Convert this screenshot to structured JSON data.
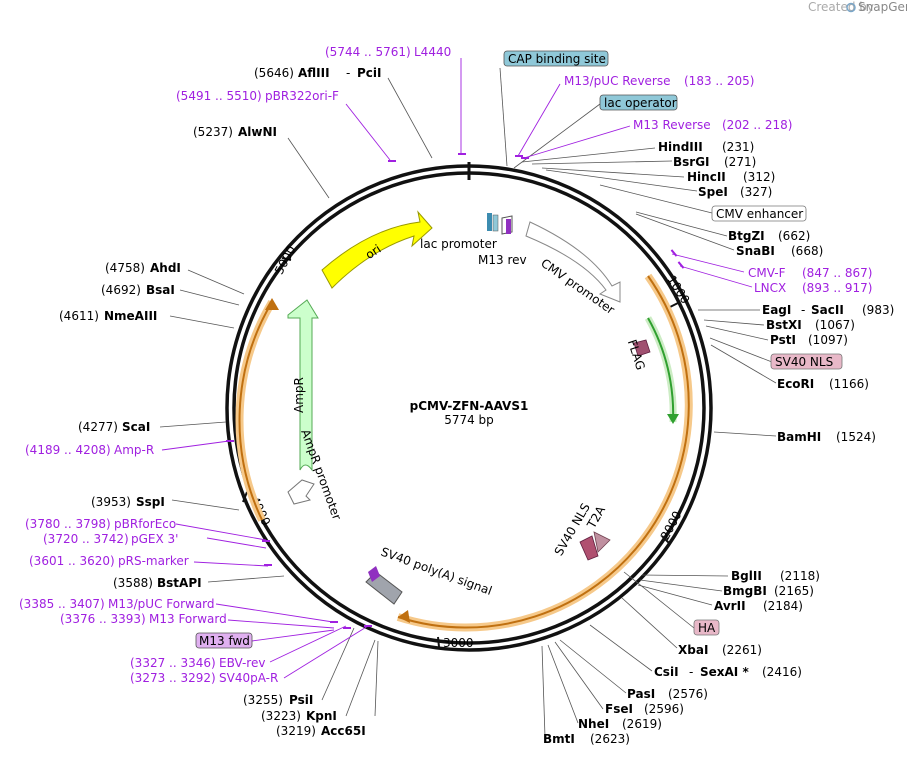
{
  "credit": {
    "text": "Created by",
    "brand": "SnapGene"
  },
  "plasmid": {
    "name": "pCMV-ZFN-AAVS1",
    "size": "5774 bp"
  },
  "ticks": {
    "t1000": "1000",
    "t2000": "2000",
    "t3000": "3000",
    "t4000": "4000",
    "t5000": "5000"
  },
  "features": {
    "ori": "ori",
    "lac_promoter": "lac promoter",
    "m13_rev": "M13 rev",
    "cmv_promoter": "CMV promoter",
    "flag": "FLAG",
    "ampr": "AmpR",
    "ampr_promoter": "AmpR promoter",
    "sv40_polya": "SV40 poly(A) signal",
    "sv40_nls": "SV40 NLS",
    "t2a": "T2A"
  },
  "boxes": {
    "cap": "CAP binding site",
    "lac_op": "lac operator",
    "cmv_enh": "CMV enhancer",
    "sv40_nls": "SV40 NLS",
    "ha": "HA",
    "m13fwd": "M13 fwd"
  },
  "sites": {
    "hindiii": {
      "name": "HindIII",
      "pos": "(231)"
    },
    "bsrgi": {
      "name": "BsrGI",
      "pos": "(271)"
    },
    "hincii": {
      "name": "HincII",
      "pos": "(312)"
    },
    "spei": {
      "name": "SpeI",
      "pos": "(327)"
    },
    "btgzi": {
      "name": "BtgZI",
      "pos": "(662)"
    },
    "snabi": {
      "name": "SnaBI",
      "pos": "(668)"
    },
    "eagi": {
      "name": "EagI",
      "sep": "-",
      "name2": "SacII",
      "pos": "(983)"
    },
    "bstxi": {
      "name": "BstXI",
      "pos": "(1067)"
    },
    "psti": {
      "name": "PstI",
      "pos": "(1097)"
    },
    "ecori": {
      "name": "EcoRI",
      "pos": "(1166)"
    },
    "bamhi": {
      "name": "BamHI",
      "pos": "(1524)"
    },
    "bglii": {
      "name": "BglII",
      "pos": "(2118)"
    },
    "bmgbi": {
      "name": "BmgBI",
      "pos": "(2165)"
    },
    "avrii": {
      "name": "AvrII",
      "pos": "(2184)"
    },
    "xbai": {
      "name": "XbaI",
      "pos": "(2261)"
    },
    "csii": {
      "name": "CsiI",
      "sep": "-",
      "name2": "SexAI *",
      "pos": "(2416)"
    },
    "pasi": {
      "name": "PasI",
      "pos": "(2576)"
    },
    "fsei": {
      "name": "FseI",
      "pos": "(2596)"
    },
    "nhei": {
      "name": "NheI",
      "pos": "(2619)"
    },
    "bmti": {
      "name": "BmtI",
      "pos": "(2623)"
    },
    "psii": {
      "pos": "(3255)",
      "name": "PsiI"
    },
    "kpni": {
      "pos": "(3223)",
      "name": "KpnI"
    },
    "acc65i": {
      "pos": "(3219)",
      "name": "Acc65I"
    },
    "bstapi": {
      "pos": "(3588)",
      "name": "BstAPI"
    },
    "sspi": {
      "pos": "(3953)",
      "name": "SspI"
    },
    "scai": {
      "pos": "(4277)",
      "name": "ScaI"
    },
    "nmeaiii": {
      "pos": "(4611)",
      "name": "NmeAIII"
    },
    "bsai": {
      "pos": "(4692)",
      "name": "BsaI"
    },
    "ahdi": {
      "pos": "(4758)",
      "name": "AhdI"
    },
    "alwni": {
      "pos": "(5237)",
      "name": "AlwNI"
    },
    "afliii": {
      "pos": "(5646)",
      "name": "AflIII",
      "sep": "-",
      "name2": "PciI"
    }
  },
  "primers": {
    "l4440": {
      "range": "(5744 .. 5761)",
      "name": "L4440"
    },
    "pbr322": {
      "range": "(5491 .. 5510)",
      "name": "pBR322ori-F"
    },
    "m13puc_rev": {
      "name": "M13/pUC Reverse",
      "range": "(183 .. 205)"
    },
    "m13_rev": {
      "name": "M13 Reverse",
      "range": "(202 .. 218)"
    },
    "cmvf": {
      "name": "CMV-F",
      "range": "(847 .. 867)"
    },
    "lncx": {
      "name": "LNCX",
      "range": "(893 .. 917)"
    },
    "ampr": {
      "range": "(4189 .. 4208)",
      "name": "Amp-R"
    },
    "pbrforeco": {
      "range": "(3780 .. 3798)",
      "name": "pBRforEco"
    },
    "pgex3": {
      "range": "(3720 .. 3742)",
      "name": "pGEX 3'"
    },
    "prs": {
      "range": "(3601 .. 3620)",
      "name": "pRS-marker"
    },
    "m13puc_fwd": {
      "range": "(3385 .. 3407)",
      "name": "M13/pUC Forward"
    },
    "m13_fwd": {
      "range": "(3376 .. 3393)",
      "name": "M13 Forward"
    },
    "ebv": {
      "range": "(3327 .. 3346)",
      "name": "EBV-rev"
    },
    "sv40pa": {
      "range": "(3273 .. 3292)",
      "name": "SV40pA-R"
    }
  },
  "colors": {
    "ori": "#ffff00",
    "ampr": "#ccffcc",
    "cds_orange": "#f0a020",
    "cds_green": "#30a030",
    "primer": "#a020e0",
    "cap_box": "#8fc8d8",
    "nls_box": "#e8b8c8",
    "m13fwd_box": "#e0b0f0",
    "polya": "#a0a4ac"
  }
}
